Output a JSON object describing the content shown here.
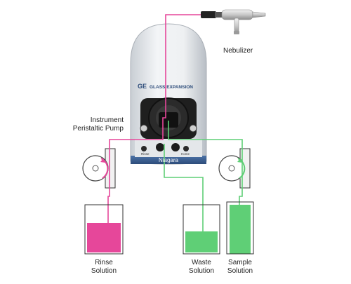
{
  "device": {
    "brand_mark": "GE",
    "brand_name": "GLASS EXPANSION",
    "model": "Niagara",
    "rinse_label": "Rinse",
    "home_label": "Home"
  },
  "labels": {
    "nebulizer": "Nebulizer",
    "pump_line1": "Instrument",
    "pump_line2": "Peristaltic Pump",
    "rinse_line1": "Rinse",
    "rinse_line2": "Solution",
    "waste_line1": "Waste",
    "waste_line2": "Solution",
    "sample_line1": "Sample",
    "sample_line2": "Solution"
  },
  "colors": {
    "rinse": "#e6479a",
    "waste_sample": "#5fcf76",
    "device_body": "#e9ecef",
    "device_band": "#3b5f93",
    "dark": "#1a1a1a"
  }
}
